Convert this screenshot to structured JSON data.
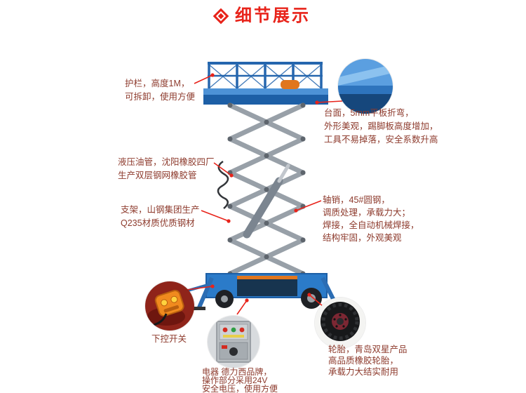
{
  "header": {
    "title": "细节展示",
    "icon": "diamond-icon"
  },
  "colors": {
    "accent_red": "#e8231a",
    "label_text": "#8d3a2c",
    "lift_blue": "#2b7bc9",
    "lift_blue_dark": "#1d5fa6",
    "scissor_gray": "#98a0a8",
    "base_orange": "#e0761e"
  },
  "callouts": {
    "guardrail": {
      "lines": [
        "护栏，高度1M，",
        "可拆卸，使用方便"
      ]
    },
    "platform": {
      "lines": [
        "台面，5mm平板折弯，",
        "外形美观，踢脚板高度增加，",
        "工具不易掉落，安全系数升高"
      ]
    },
    "hose": {
      "lines": [
        "液压油管，沈阳橡胶四厂",
        "生产双层钢网橡胶管"
      ]
    },
    "bracket": {
      "lines": [
        "支架，山钢集团生产",
        "Q235材质优质钢材"
      ]
    },
    "axle": {
      "lines": [
        "轴销，45#圆钢，",
        "调质处理，承载力大；",
        "焊接，全自动机械焊接，",
        "结构牢固，外观美观"
      ]
    },
    "remote": {
      "lines": [
        "下控开关"
      ]
    },
    "electric": {
      "lines": [
        "电器 德力西品牌，",
        "操作部分采用24V",
        "安全电压，使用方便"
      ]
    },
    "tire": {
      "lines": [
        "轮胎，青岛双星产品",
        "高品质橡胶轮胎，",
        "承载力大结实耐用"
      ]
    }
  },
  "detail_photos": {
    "platform_edge": "platform-edge-photo",
    "remote_control": "remote-control-photo",
    "control_panel": "control-panel-photo",
    "tire": "tire-photo"
  }
}
